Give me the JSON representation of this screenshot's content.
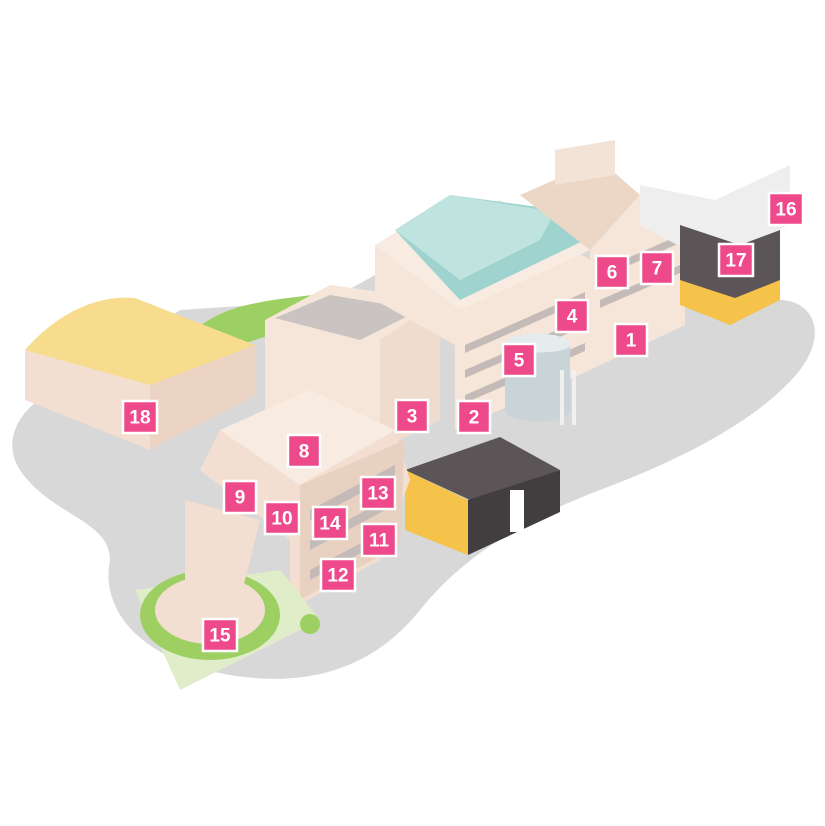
{
  "markers": [
    {
      "label": "1"
    },
    {
      "label": "2"
    },
    {
      "label": "3"
    },
    {
      "label": "4"
    },
    {
      "label": "5"
    },
    {
      "label": "6"
    },
    {
      "label": "7"
    },
    {
      "label": "8"
    },
    {
      "label": "9"
    },
    {
      "label": "10"
    },
    {
      "label": "11"
    },
    {
      "label": "12"
    },
    {
      "label": "13"
    },
    {
      "label": "14"
    },
    {
      "label": "15"
    },
    {
      "label": "16"
    },
    {
      "label": "17"
    },
    {
      "label": "18"
    }
  ],
  "colors": {
    "marker": "#ee4a8b",
    "marker_text": "#ffffff",
    "ground": "#d8d8d8",
    "building_wall": "#f6e6da",
    "building_roof": "#f8ece2",
    "dome_roof": "#f7dc8e",
    "glass_roof": "#9fd3cf",
    "dark_building": "#5b5557",
    "window_yellow": "#f5c24a",
    "greenery": "#9ecf63"
  }
}
